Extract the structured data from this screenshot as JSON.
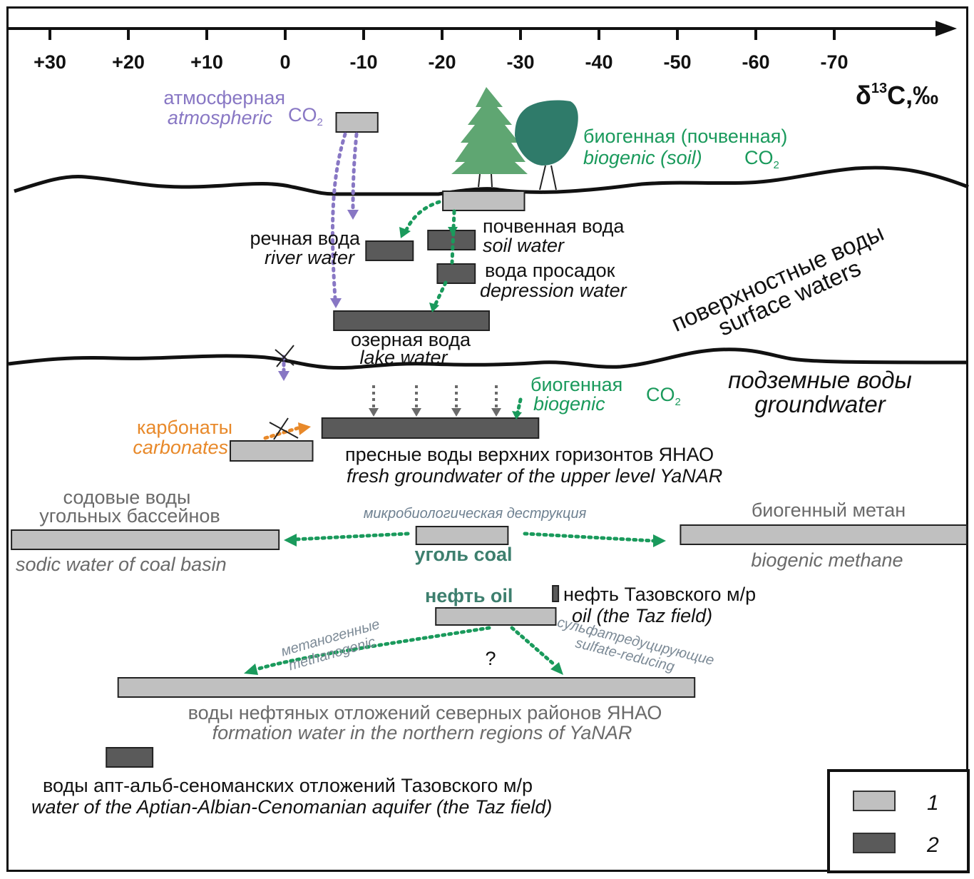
{
  "axis": {
    "title_delta": "δ",
    "title_sup": "13",
    "title_rest": "C,‰",
    "ticks": [
      {
        "value": 30,
        "label": "+30"
      },
      {
        "value": 20,
        "label": "+20"
      },
      {
        "value": 10,
        "label": "+10"
      },
      {
        "value": 0,
        "label": "0"
      },
      {
        "value": -10,
        "label": "-10"
      },
      {
        "value": -20,
        "label": "-20"
      },
      {
        "value": -30,
        "label": "-30"
      },
      {
        "value": -40,
        "label": "-40"
      },
      {
        "value": -50,
        "label": "-50"
      },
      {
        "value": -60,
        "label": "-60"
      },
      {
        "value": -70,
        "label": "-70"
      }
    ],
    "direction": "decreasing to the right"
  },
  "colors": {
    "type1_fill": "#c0c0c0",
    "type2_fill": "#5a5a5a",
    "atmospheric": "#8877c4",
    "biogenic": "#1a9a5c",
    "carbonate": "#e8892a",
    "gray_text": "#6a6a6a",
    "teal_text": "#3d7f6e",
    "spruce": "#5fa672",
    "deciduous": "#2f7b6a"
  },
  "zones": {
    "surface": {
      "ru": "поверхностные воды",
      "en": "surface waters"
    },
    "groundwater": {
      "ru": "подземные воды",
      "en": "groundwater"
    }
  },
  "labels": {
    "atmospheric": {
      "ru": "атмосферная",
      "en": "atmospheric",
      "co": "CO",
      "sub": "2"
    },
    "soil_co2": {
      "ru": "биогенная (почвенная)",
      "en": "biogenic (soil)",
      "co": "CO",
      "sub": "2"
    },
    "river": {
      "ru": "речная вода",
      "en": "river water"
    },
    "soil_water": {
      "ru": "почвенная вода",
      "en": "soil water"
    },
    "depression": {
      "ru": "вода просадок",
      "en": "depression water"
    },
    "lake": {
      "ru": "озерная вода",
      "en": "lake water"
    },
    "bio_co2": {
      "ru": "биогенная",
      "en": "biogenic",
      "co": "CO",
      "sub": "2"
    },
    "carbonates": {
      "ru": "карбонаты",
      "en": "carbonates"
    },
    "fresh": {
      "ru": "пресные воды верхних горизонтов ЯНАО",
      "en": "fresh groundwater of the upper level YaNAR"
    },
    "sodic": {
      "ru1": "содовые воды",
      "ru2": "угольных бассейнов",
      "en": "sodic water of coal basin"
    },
    "microbial": {
      "ru": "микробиологическая деструкция"
    },
    "coal": {
      "text": "уголь coal"
    },
    "methane": {
      "ru": "биогенный метан",
      "en": "biogenic methane"
    },
    "oil": {
      "text": "нефть oil"
    },
    "taz_oil": {
      "ru": "нефть Тазовского м/р",
      "en": "oil (the Taz field)"
    },
    "methanogenic": {
      "ru": "метаногенные",
      "en": "methanogenic"
    },
    "sulfate": {
      "ru": "сульфатредуцирующие",
      "en": "sulfate-reducing"
    },
    "question": "?",
    "formation": {
      "ru": "воды нефтяных отложений северных районов ЯНАО",
      "en": "formation water in the northern regions of YaNAR"
    },
    "aptian": {
      "ru": "воды апт-альб-сеноманских отложений Тазовского м/р",
      "en": "water of the Aptian-Albian-Cenomanian aquifer (the Taz field)"
    }
  },
  "legend": {
    "items": [
      {
        "type": 1,
        "label": "1"
      },
      {
        "type": 2,
        "label": "2"
      }
    ]
  },
  "ranges": [
    {
      "id": "atmospheric_co2",
      "name": "atmospheric CO2",
      "type": 1,
      "from": -6.5,
      "to": -11.8
    },
    {
      "id": "soil_co2",
      "name": "biogenic (soil) CO2",
      "type": 1,
      "from": -20.1,
      "to": -30.5
    },
    {
      "id": "river_water",
      "name": "river water",
      "type": 2,
      "from": -10.3,
      "to": -16.3
    },
    {
      "id": "soil_water",
      "name": "soil water",
      "type": 2,
      "from": -18.2,
      "to": -24.2
    },
    {
      "id": "depression_water",
      "name": "depression water",
      "type": 2,
      "from": -19.4,
      "to": -24.2
    },
    {
      "id": "lake_water",
      "name": "lake water",
      "type": 2,
      "from": -6.2,
      "to": -26.0
    },
    {
      "id": "carbonates",
      "name": "carbonates",
      "type": 1,
      "from": 7.0,
      "to": -3.5
    },
    {
      "id": "fresh_groundwater",
      "name": "fresh groundwater of the upper level YaNAR",
      "type": 2,
      "from": -4.7,
      "to": -32.3
    },
    {
      "id": "sodic_water",
      "name": "sodic water of coal basin",
      "type": 1,
      "from": 34.9,
      "to": 0.8
    },
    {
      "id": "coal",
      "name": "coal",
      "type": 1,
      "from": -16.7,
      "to": -28.4
    },
    {
      "id": "biogenic_methane",
      "name": "biogenic methane",
      "type": 1,
      "from": -50.4,
      "to": -86.9
    },
    {
      "id": "oil",
      "name": "oil",
      "type": 1,
      "from": -19.2,
      "to": -34.5
    },
    {
      "id": "taz_oil",
      "name": "oil (the Taz field)",
      "type": 2,
      "from": -34.1,
      "to": -34.8
    },
    {
      "id": "formation_water",
      "name": "formation water in the northern regions of YaNAR",
      "type": 1,
      "from": 21.3,
      "to": -52.2
    },
    {
      "id": "aptian_water",
      "name": "water of the Aptian-Albian-Cenomanian aquifer (the Taz field)",
      "type": 2,
      "from": 22.8,
      "to": 16.9
    }
  ]
}
